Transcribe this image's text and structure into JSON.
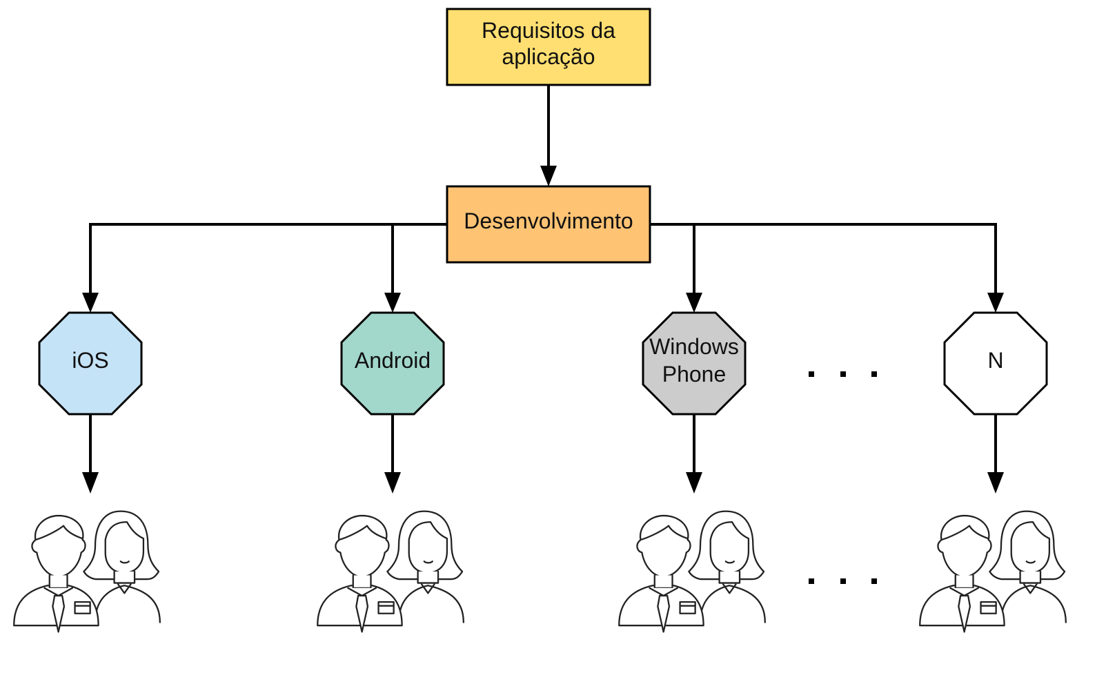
{
  "nodes": {
    "requirements": {
      "label_line1": "Requisitos da",
      "label_line2": "aplicação",
      "color": "#FFDF71"
    },
    "development": {
      "label": "Desenvolvimento",
      "color": "#FFC374"
    },
    "platforms": [
      {
        "id": "ios",
        "line1": "iOS",
        "line2": "",
        "color": "#C5E3F6"
      },
      {
        "id": "android",
        "line1": "Android",
        "line2": "",
        "color": "#A2D7CB"
      },
      {
        "id": "windows-phone",
        "line1": "Windows",
        "line2": "Phone",
        "color": "#CCCCCC"
      },
      {
        "id": "n",
        "line1": "N",
        "line2": "",
        "color": "#FFFFFF"
      }
    ]
  },
  "ellipsis": {
    "platform_row": "· · ·",
    "team_row": "· · ·"
  },
  "teams": [
    {
      "icon": "developer-team-icon"
    },
    {
      "icon": "developer-team-icon"
    },
    {
      "icon": "developer-team-icon"
    },
    {
      "icon": "developer-team-icon"
    }
  ]
}
